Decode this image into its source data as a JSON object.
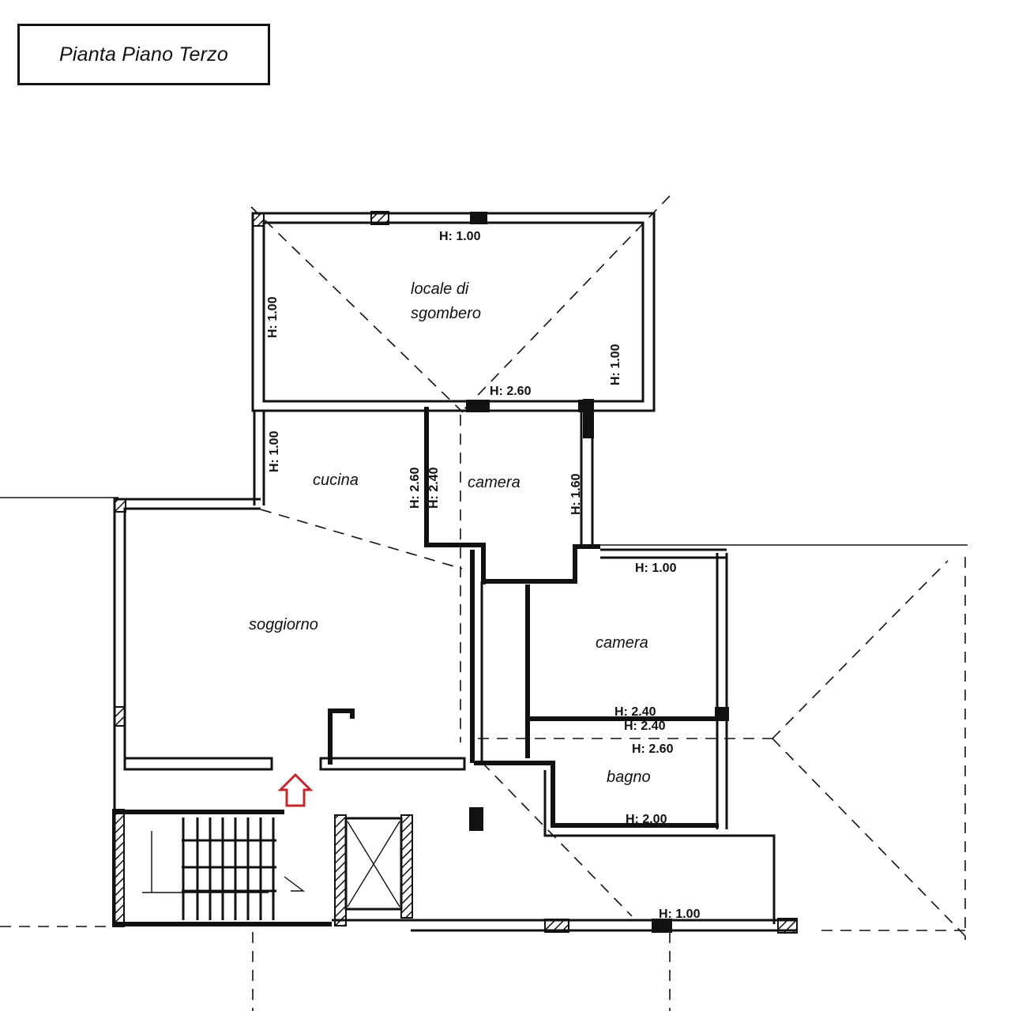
{
  "title": "Pianta Piano Terzo",
  "rooms": {
    "locale_sgombero_line1": "locale di",
    "locale_sgombero_line2": "sgombero",
    "cucina": "cucina",
    "camera_1": "camera",
    "soggiorno": "soggiorno",
    "camera_2": "camera",
    "bagno": "bagno"
  },
  "heights": {
    "sgombero_top": "H: 1.00",
    "sgombero_left": "H: 1.00",
    "sgombero_right": "H: 1.00",
    "sgombero_bottom": "H: 2.60",
    "cucina_left": "H: 1.00",
    "cucina_right_a": "H: 2.60",
    "cucina_right_b": "H: 2.40",
    "camera1_right": "H: 1.60",
    "camera2_top": "H: 1.00",
    "camera2_bottom": "H: 2.40",
    "camera2_bottom_b": "H: 2.40",
    "bagno_top": "H: 2.60",
    "bagno_bottom": "H: 2.00",
    "south_wall": "H: 1.00"
  },
  "entrance_arrow": {
    "color": "#c0282d",
    "direction": "up"
  },
  "colors": {
    "ink": "#111111",
    "background": "#ffffff",
    "arrow": "#c0282d"
  }
}
